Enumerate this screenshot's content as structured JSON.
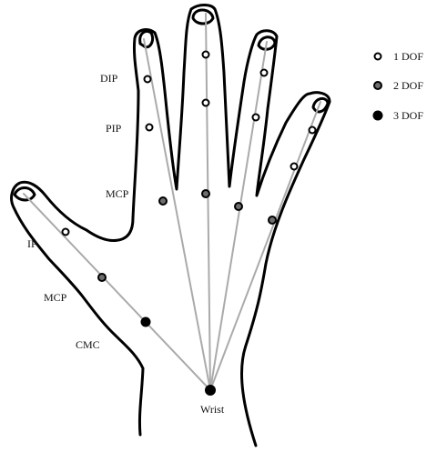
{
  "labels": {
    "dip": "DIP",
    "pip": "PIP",
    "mcp_finger": "MCP",
    "ip": "IP",
    "mcp_thumb": "MCP",
    "cmc": "CMC",
    "wrist": "Wrist"
  },
  "legend": {
    "items": [
      {
        "label": "1 DOF",
        "dof": 1
      },
      {
        "label": "2 DOF",
        "dof": 2
      },
      {
        "label": "3 DOF",
        "dof": 3
      }
    ]
  },
  "colors": {
    "outline": "#000000",
    "bone": "#aaaaaa",
    "joint_1dof_fill": "#ffffff",
    "joint_2dof_fill": "#6e6e6e",
    "joint_3dof_fill": "#000000"
  },
  "joints": [
    {
      "name": "index-dip",
      "dof": 1
    },
    {
      "name": "index-pip",
      "dof": 1
    },
    {
      "name": "index-mcp",
      "dof": 2
    },
    {
      "name": "middle-dip",
      "dof": 1
    },
    {
      "name": "middle-pip",
      "dof": 1
    },
    {
      "name": "middle-mcp",
      "dof": 2
    },
    {
      "name": "ring-dip",
      "dof": 1
    },
    {
      "name": "ring-pip",
      "dof": 1
    },
    {
      "name": "ring-mcp",
      "dof": 2
    },
    {
      "name": "little-dip",
      "dof": 1
    },
    {
      "name": "little-pip",
      "dof": 1
    },
    {
      "name": "little-mcp",
      "dof": 2
    },
    {
      "name": "thumb-ip",
      "dof": 1
    },
    {
      "name": "thumb-mcp",
      "dof": 2
    },
    {
      "name": "thumb-cmc",
      "dof": 3
    },
    {
      "name": "wrist",
      "dof": 3
    }
  ]
}
